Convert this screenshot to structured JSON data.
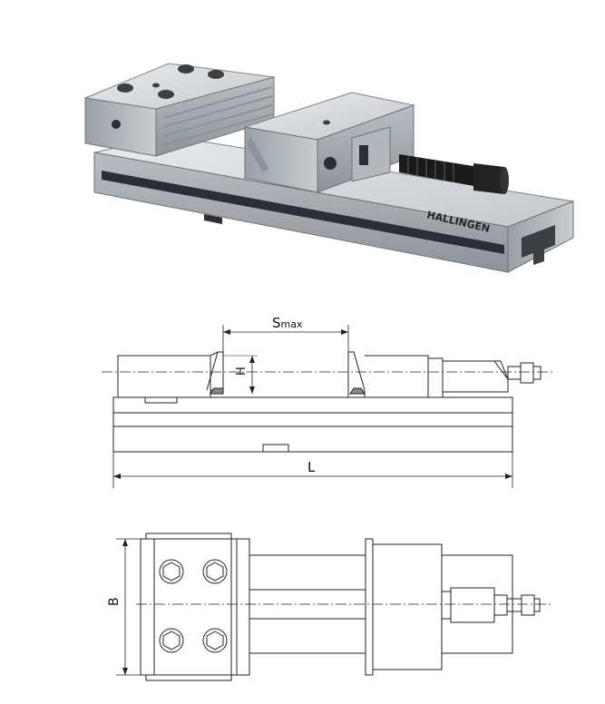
{
  "photo": {
    "brand_text": "HALLINGEN"
  },
  "side_view": {
    "label_smax": "Smax",
    "label_smax_main": "S",
    "label_smax_sub": "max",
    "label_h": "H",
    "label_l": "L"
  },
  "top_view": {
    "label_b": "B"
  },
  "colors": {
    "line": "#222222",
    "steel_light": "#d9dcdf",
    "steel_mid": "#a9aeb3",
    "steel_dark": "#5d6368",
    "black_part": "#1a1a1a"
  }
}
